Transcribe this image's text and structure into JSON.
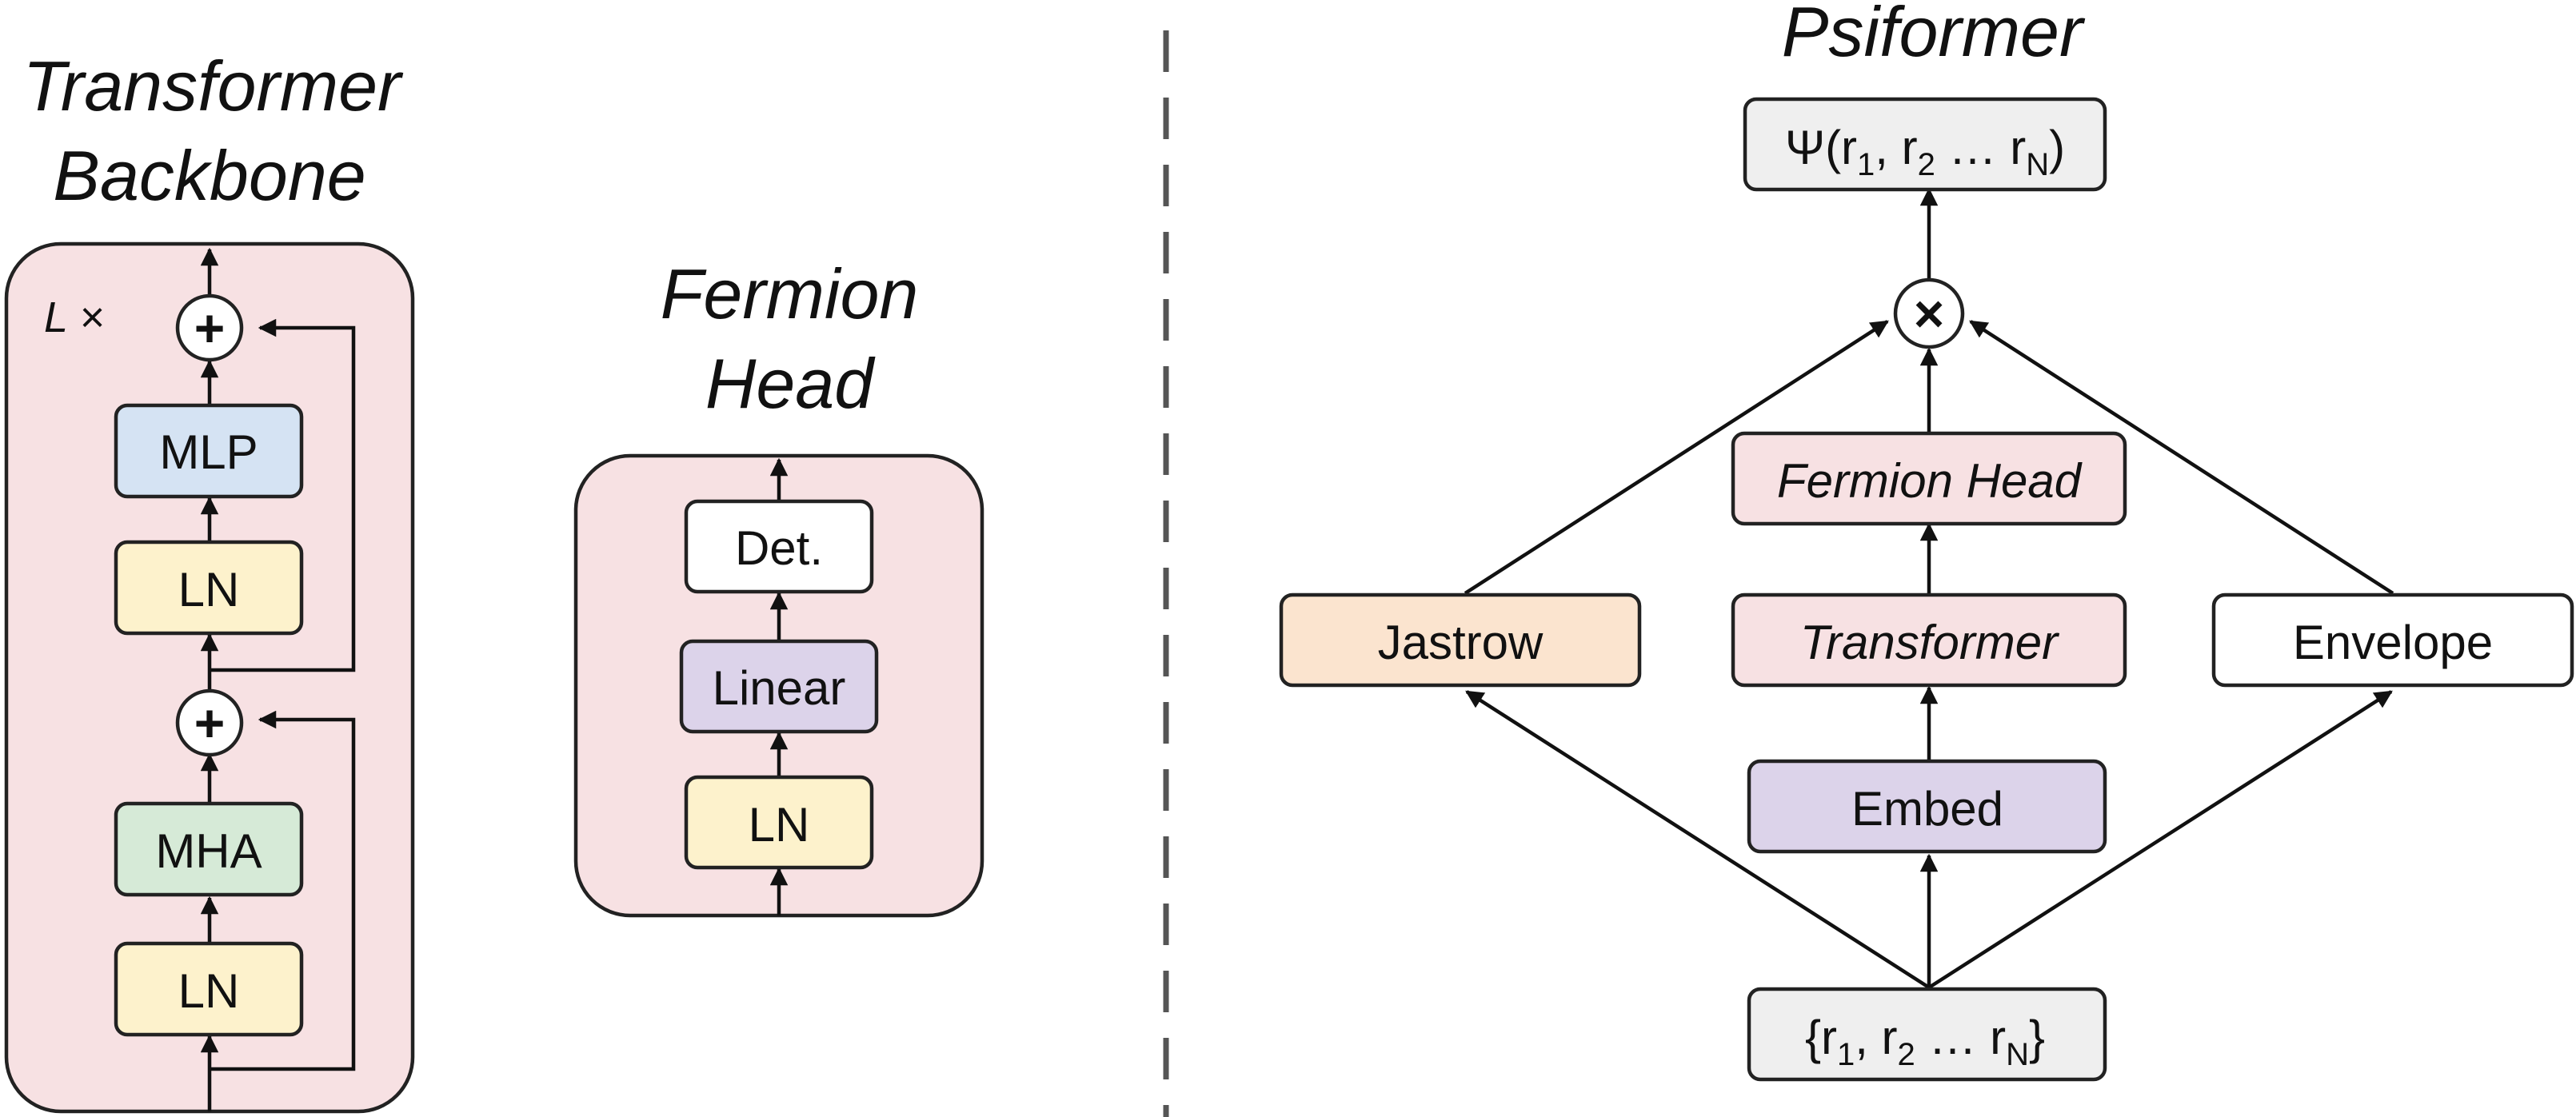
{
  "backbone": {
    "title_line1": "Transformer",
    "title_line2": "Backbone",
    "repeat_label": "L ×",
    "add_symbol": "+",
    "blocks": {
      "mlp": "MLP",
      "ln_top": "LN",
      "mha": "MHA",
      "ln_bottom": "LN"
    }
  },
  "fermion_head": {
    "title_line1": "Fermion",
    "title_line2": "Head",
    "blocks": {
      "det": "Det.",
      "linear": "Linear",
      "ln": "LN"
    }
  },
  "psiformer": {
    "title": "Psiformer",
    "output": {
      "prefix": "Ψ(r",
      "s1": "1",
      "mid1": ", r",
      "s2": "2",
      "mid2": " … r",
      "sN": "N",
      "suffix": ")"
    },
    "multiply_symbol": "×",
    "blocks": {
      "fermion_head": "Fermion Head",
      "transformer": "Transformer",
      "embed": "Embed",
      "jastrow": "Jastrow",
      "envelope": "Envelope"
    },
    "input": {
      "prefix": "{r",
      "s1": "1",
      "mid1": ", r",
      "s2": "2",
      "mid2": " … r",
      "sN": "N",
      "suffix": "}"
    }
  },
  "colors": {
    "container_pink": "#f7e1e3",
    "mlp_blue": "#d5e3f3",
    "ln_yellow": "#fdf2cc",
    "mha_green": "#d6ead7",
    "linear_purple": "#dcd3ea",
    "io_gray": "#efefef",
    "jastrow_orange": "#fbe4cf",
    "white": "#ffffff"
  }
}
